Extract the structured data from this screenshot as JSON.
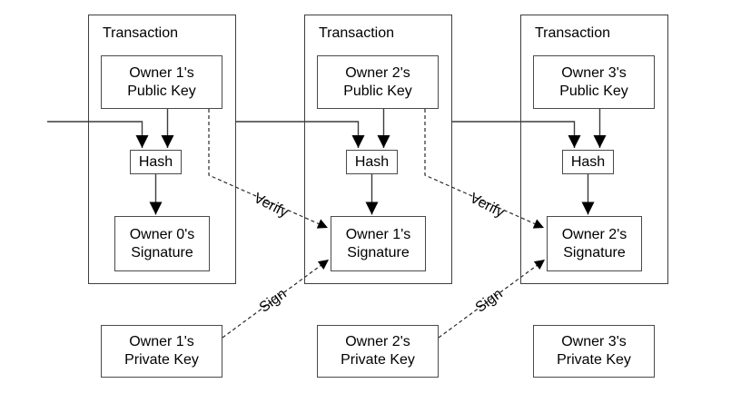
{
  "transactions": [
    {
      "label": "Transaction",
      "public_key_line1": "Owner 1's",
      "public_key_line2": "Public Key",
      "hash_label": "Hash",
      "signature_line1": "Owner 0's",
      "signature_line2": "Signature"
    },
    {
      "label": "Transaction",
      "public_key_line1": "Owner 2's",
      "public_key_line2": "Public Key",
      "hash_label": "Hash",
      "signature_line1": "Owner 1's",
      "signature_line2": "Signature"
    },
    {
      "label": "Transaction",
      "public_key_line1": "Owner 3's",
      "public_key_line2": "Public Key",
      "hash_label": "Hash",
      "signature_line1": "Owner 2's",
      "signature_line2": "Signature"
    }
  ],
  "private_keys": [
    {
      "line1": "Owner 1's",
      "line2": "Private Key"
    },
    {
      "line1": "Owner 2's",
      "line2": "Private Key"
    },
    {
      "line1": "Owner 3's",
      "line2": "Private Key"
    }
  ],
  "edge_labels": {
    "verify": "Verify",
    "sign": "Sign"
  },
  "colors": {
    "line": "#3c3c3c",
    "dashed_line": "#2a2a2a",
    "arrow_fill": "#000000",
    "text": "#000000",
    "background": "#ffffff"
  }
}
